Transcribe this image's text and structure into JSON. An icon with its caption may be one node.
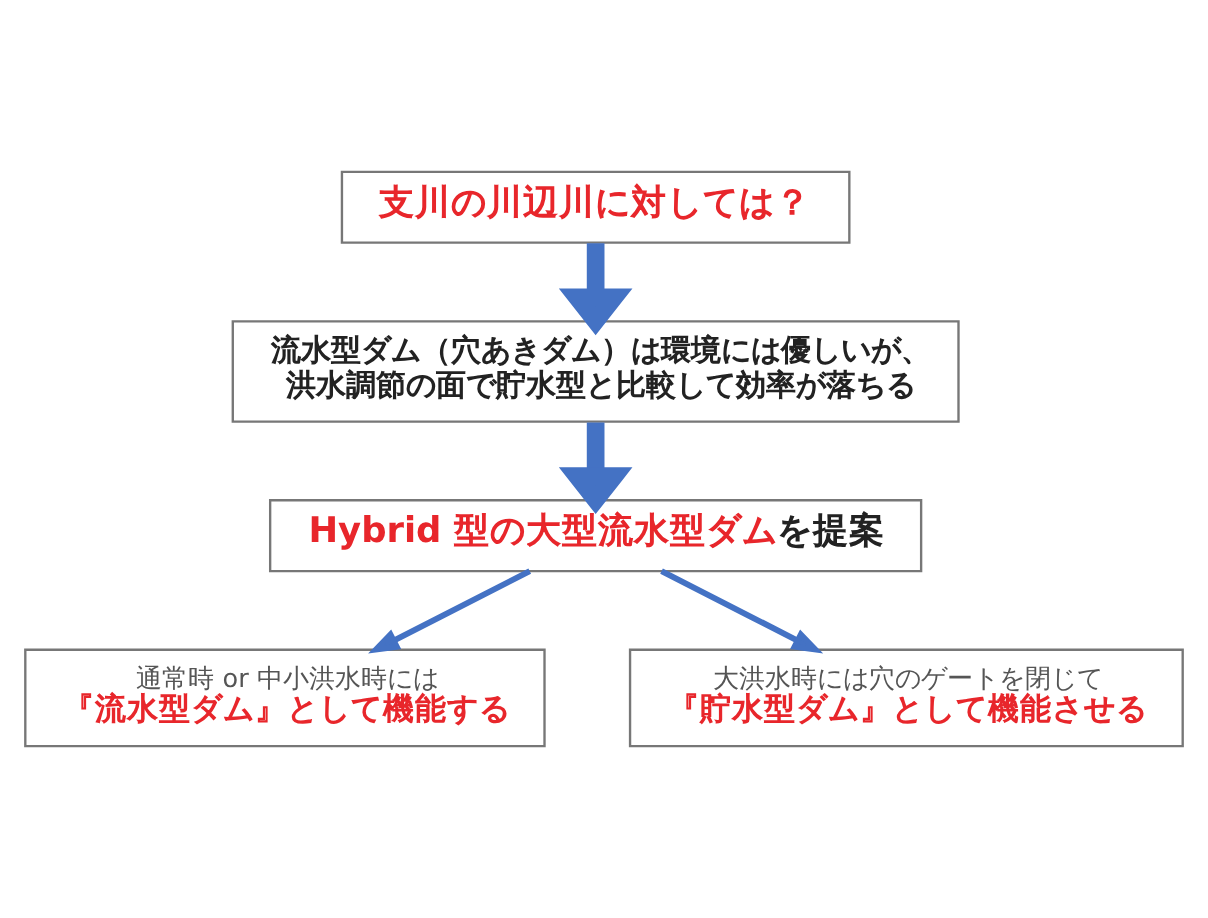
{
  "diagram": {
    "nodes": [
      {
        "text": [
          "支川の川辺川に対しては？"
        ]
      },
      {
        "text": [
          "流水型ダム（穴あきダム）は環境には優しいが、洪水調節の面で貯水型と比較して効率が落ちる"
        ]
      },
      {
        "text": [
          "**Hybrid 型の大型流水型ダム**を提案"
        ]
      },
      {
        "text": [
          "通常時 or 中小洪水時には",
          "『流水型ダム』として機能する"
        ]
      },
      {
        "text": [
          "大洪水時には穴のゲートを閉じて",
          "『貯水型ダム』として機能させる"
        ]
      }
    ],
    "edges": [
      {
        "from": 0,
        "to": 1,
        "arrow": "to",
        "style": "thick"
      },
      {
        "from": 1,
        "to": 2,
        "arrow": "to",
        "style": "thick"
      },
      {
        "from": 2,
        "to": 3,
        "arrow": "to"
      },
      {
        "from": 2,
        "to": 4,
        "arrow": "to"
      }
    ]
  }
}
